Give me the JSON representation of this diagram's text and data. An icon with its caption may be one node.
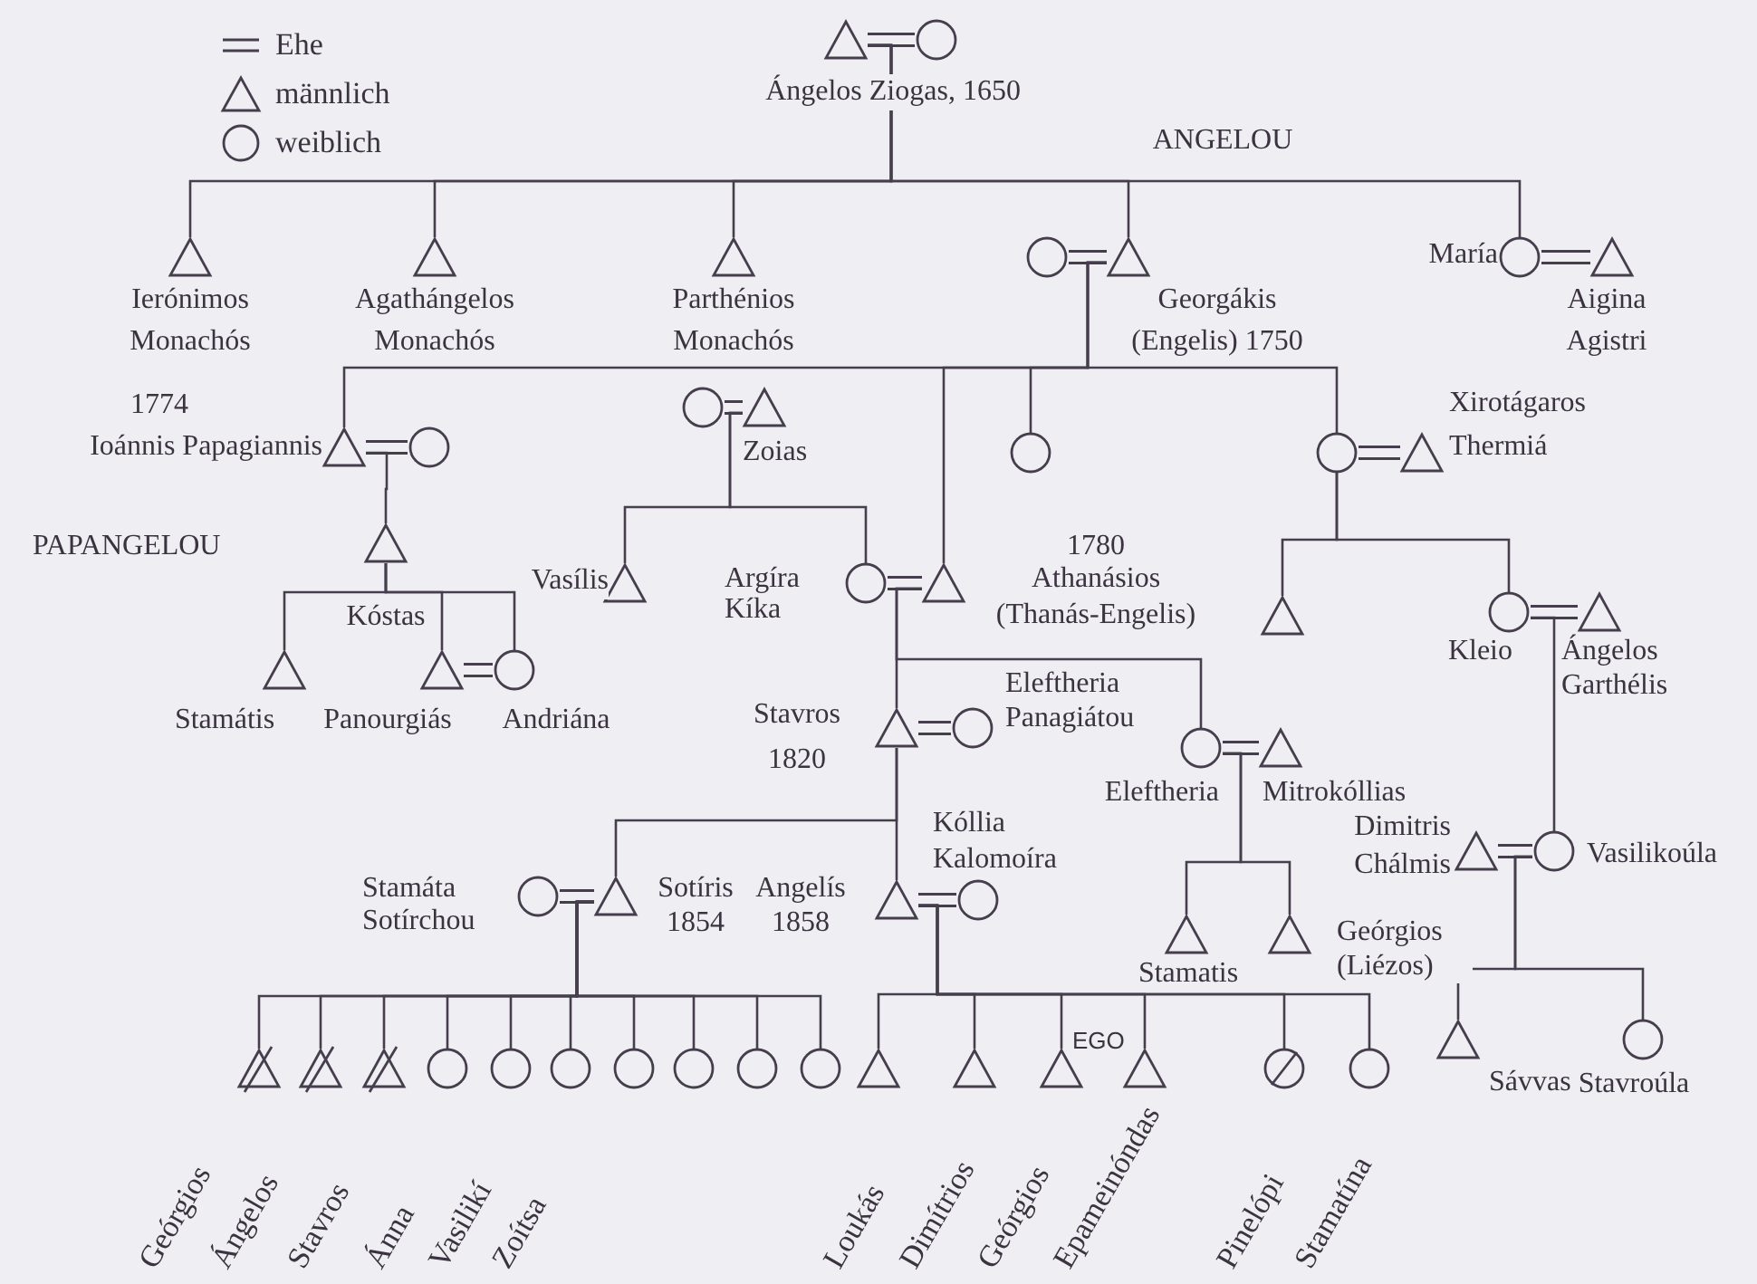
{
  "diagram": {
    "nodes": [
      {
        "text": [],
        "shape": "triangle",
        "beside": [
          "Ángelos Ziogas, 1650"
        ]
      },
      {
        "text": [],
        "shape": "circle"
      },
      {
        "text": [],
        "shape": "triangle",
        "beside": [
          "Ierónimos Monachós"
        ]
      },
      {
        "text": [],
        "shape": "triangle",
        "beside": [
          "Agathángelos Monachós"
        ]
      },
      {
        "text": [],
        "shape": "triangle",
        "beside": [
          "Parthénios Monachós"
        ]
      },
      {
        "text": [],
        "shape": "circle"
      },
      {
        "text": [],
        "shape": "triangle",
        "beside": [
          "Georgákis (Engelis) 1750"
        ]
      },
      {
        "text": [],
        "shape": "circle",
        "beside": [
          "María"
        ]
      },
      {
        "text": [],
        "shape": "triangle",
        "beside": [
          "Aigina Agistri"
        ]
      },
      {
        "text": [],
        "shape": "triangle",
        "beside": [
          "1774",
          "Ioánnis Papagiannis"
        ]
      },
      {
        "text": [],
        "shape": "circle"
      },
      {
        "text": [],
        "shape": "circle"
      },
      {
        "text": [],
        "shape": "triangle",
        "beside": [
          "Zoias"
        ]
      },
      {
        "text": [],
        "shape": "circle"
      },
      {
        "text": [],
        "shape": "circle"
      },
      {
        "text": [],
        "shape": "triangle",
        "beside": [
          "Xirotágaros Thermiá"
        ]
      },
      {
        "text": [],
        "shape": "triangle",
        "beside": [
          "Kóstas"
        ]
      },
      {
        "text": [],
        "shape": "triangle",
        "beside": [
          "Vasílis"
        ]
      },
      {
        "text": [],
        "shape": "circle",
        "beside": [
          "Argíra Kíka"
        ]
      },
      {
        "text": [],
        "shape": "triangle",
        "beside": [
          "1780",
          "Athanásios (Thanás-Engelis)"
        ]
      },
      {
        "text": [],
        "shape": "triangle"
      },
      {
        "text": [],
        "shape": "circle",
        "beside": [
          "Kleio"
        ]
      },
      {
        "text": [],
        "shape": "triangle",
        "beside": [
          "Ángelos Garthélis"
        ]
      },
      {
        "text": [],
        "shape": "triangle",
        "beside": [
          "Stamátis"
        ]
      },
      {
        "text": [],
        "shape": "triangle",
        "beside": [
          "Panourgiás"
        ]
      },
      {
        "text": [],
        "shape": "circle",
        "beside": [
          "Andriána"
        ]
      },
      {
        "text": [],
        "shape": "triangle",
        "beside": [
          "Stavros 1820"
        ]
      },
      {
        "text": [],
        "shape": "circle",
        "beside": [
          "Eleftheria Panagiátou"
        ]
      },
      {
        "text": [],
        "shape": "circle",
        "beside": [
          "Eleftheria"
        ]
      },
      {
        "text": [],
        "shape": "triangle",
        "beside": [
          "Mitrokóllias"
        ]
      },
      {
        "text": [],
        "shape": "triangle",
        "beside": [
          "Dimitris Chálmis"
        ]
      },
      {
        "text": [],
        "shape": "circle",
        "beside": [
          "Vasilikoúla"
        ]
      },
      {
        "text": [],
        "shape": "circle",
        "beside": [
          "Stamáta Sotírchou"
        ]
      },
      {
        "text": [],
        "shape": "triangle",
        "beside": [
          "Sotíris 1854"
        ]
      },
      {
        "text": [],
        "shape": "triangle",
        "beside": [
          "Angelís 1858"
        ]
      },
      {
        "text": [],
        "shape": "circle",
        "beside": [
          "Kóllia Kalomoíra"
        ]
      },
      {
        "text": [],
        "shape": "triangle",
        "beside": [
          "Stamatis"
        ]
      },
      {
        "text": [],
        "shape": "triangle",
        "beside": [
          "Geórgios (Liézos)"
        ]
      },
      {
        "text": [],
        "shape": "triangle",
        "beside": [
          "Sávvas"
        ]
      },
      {
        "text": [],
        "shape": "circle",
        "beside": [
          "Stavroúla"
        ]
      },
      {
        "text": [],
        "shape": "crossed-triangle",
        "beside": [
          "Geórgios"
        ]
      },
      {
        "text": [],
        "shape": "crossed-triangle",
        "beside": [
          "Ángelos"
        ]
      },
      {
        "text": [],
        "shape": "crossed-triangle",
        "beside": [
          "Stavros"
        ]
      },
      {
        "text": [],
        "shape": "circle",
        "beside": [
          "Ánna"
        ]
      },
      {
        "text": [],
        "shape": "circle",
        "beside": [
          "Vasilikí"
        ]
      },
      {
        "text": [],
        "shape": "circle",
        "beside": [
          "Zoítsa"
        ]
      },
      {
        "text": [],
        "shape": "circle"
      },
      {
        "text": [],
        "shape": "circle"
      },
      {
        "text": [],
        "shape": "circle"
      },
      {
        "text": [],
        "shape": "circle"
      },
      {
        "text": [],
        "shape": "triangle",
        "beside": [
          "Loukás"
        ]
      },
      {
        "text": [],
        "shape": "triangle",
        "beside": [
          "Dimítrios"
        ]
      },
      {
        "text": [],
        "shape": "triangle",
        "beside": [
          "Geórgios"
        ]
      },
      {
        "text": [],
        "shape": "triangle",
        "beside": [
          "Epameinóndas"
        ]
      },
      {
        "text": [],
        "shape": "crossed-circle",
        "beside": [
          "Pinelópi"
        ]
      },
      {
        "text": [],
        "shape": "circle",
        "beside": [
          "Stamatína"
        ]
      }
    ],
    "edges": [
      {
        "from": 0,
        "to": 1,
        "arrow": "none"
      },
      {
        "from": 5,
        "to": 6,
        "arrow": "none"
      },
      {
        "from": 7,
        "to": 8,
        "arrow": "none"
      },
      {
        "from": 9,
        "to": 10,
        "arrow": "none"
      },
      {
        "from": 11,
        "to": 12,
        "arrow": "none"
      },
      {
        "from": 14,
        "to": 15,
        "arrow": "none"
      },
      {
        "from": 18,
        "to": 19,
        "arrow": "none"
      },
      {
        "from": 21,
        "to": 22,
        "arrow": "none"
      },
      {
        "from": 24,
        "to": 25,
        "arrow": "none"
      },
      {
        "from": 26,
        "to": 27,
        "arrow": "none"
      },
      {
        "from": 28,
        "to": 29,
        "arrow": "none"
      },
      {
        "from": 30,
        "to": 31,
        "arrow": "none"
      },
      {
        "from": 32,
        "to": 33,
        "arrow": "none"
      },
      {
        "from": 34,
        "to": 35,
        "arrow": "none"
      },
      {
        "from": 0,
        "to": 2,
        "arrow": "none"
      },
      {
        "from": 0,
        "to": 3,
        "arrow": "none"
      },
      {
        "from": 0,
        "to": 4,
        "arrow": "none"
      },
      {
        "from": 0,
        "to": 6,
        "arrow": "none"
      },
      {
        "from": 0,
        "to": 7,
        "arrow": "none"
      },
      {
        "from": 6,
        "to": 9,
        "arrow": "none"
      },
      {
        "from": 6,
        "to": 19,
        "arrow": "none"
      },
      {
        "from": 6,
        "to": 13,
        "arrow": "none"
      },
      {
        "from": 6,
        "to": 14,
        "arrow": "none"
      },
      {
        "from": 9,
        "to": 16,
        "arrow": "none"
      },
      {
        "from": 16,
        "to": 23,
        "arrow": "none"
      },
      {
        "from": 16,
        "to": 24,
        "arrow": "none"
      },
      {
        "from": 16,
        "to": 25,
        "arrow": "none"
      },
      {
        "from": 12,
        "to": 17,
        "arrow": "none"
      },
      {
        "from": 12,
        "to": 18,
        "arrow": "none"
      },
      {
        "from": 19,
        "to": 26,
        "arrow": "none"
      },
      {
        "from": 19,
        "to": 28,
        "arrow": "none"
      },
      {
        "from": 14,
        "to": 20,
        "arrow": "none"
      },
      {
        "from": 14,
        "to": 21,
        "arrow": "none"
      },
      {
        "from": 21,
        "to": 31,
        "arrow": "none"
      },
      {
        "from": 26,
        "to": 33,
        "arrow": "none"
      },
      {
        "from": 26,
        "to": 34,
        "arrow": "none"
      },
      {
        "from": 28,
        "to": 36,
        "arrow": "none"
      },
      {
        "from": 28,
        "to": 37,
        "arrow": "none"
      },
      {
        "from": 31,
        "to": 38,
        "arrow": "none"
      },
      {
        "from": 31,
        "to": 39,
        "arrow": "none"
      },
      {
        "from": 33,
        "to": 40,
        "arrow": "none"
      },
      {
        "from": 33,
        "to": 41,
        "arrow": "none"
      },
      {
        "from": 33,
        "to": 42,
        "arrow": "none"
      },
      {
        "from": 33,
        "to": 43,
        "arrow": "none"
      },
      {
        "from": 33,
        "to": 44,
        "arrow": "none"
      },
      {
        "from": 33,
        "to": 45,
        "arrow": "none"
      },
      {
        "from": 33,
        "to": 46,
        "arrow": "none"
      },
      {
        "from": 33,
        "to": 47,
        "arrow": "none"
      },
      {
        "from": 33,
        "to": 48,
        "arrow": "none"
      },
      {
        "from": 33,
        "to": 49,
        "arrow": "none"
      },
      {
        "from": 34,
        "to": 50,
        "arrow": "none"
      },
      {
        "from": 34,
        "to": 51,
        "arrow": "none"
      },
      {
        "from": 34,
        "to": 52,
        "arrow": "none"
      },
      {
        "from": 34,
        "to": 53,
        "arrow": "none"
      },
      {
        "from": 34,
        "to": 54,
        "arrow": "none"
      },
      {
        "from": 34,
        "to": 55,
        "arrow": "none"
      }
    ],
    "labels": [
      "ANGELOU",
      "PAPANGELOU",
      "EGO"
    ],
    "legend": [
      {
        "text": "Ehe"
      },
      {
        "text": "männlich"
      },
      {
        "text": "weiblich"
      }
    ]
  }
}
